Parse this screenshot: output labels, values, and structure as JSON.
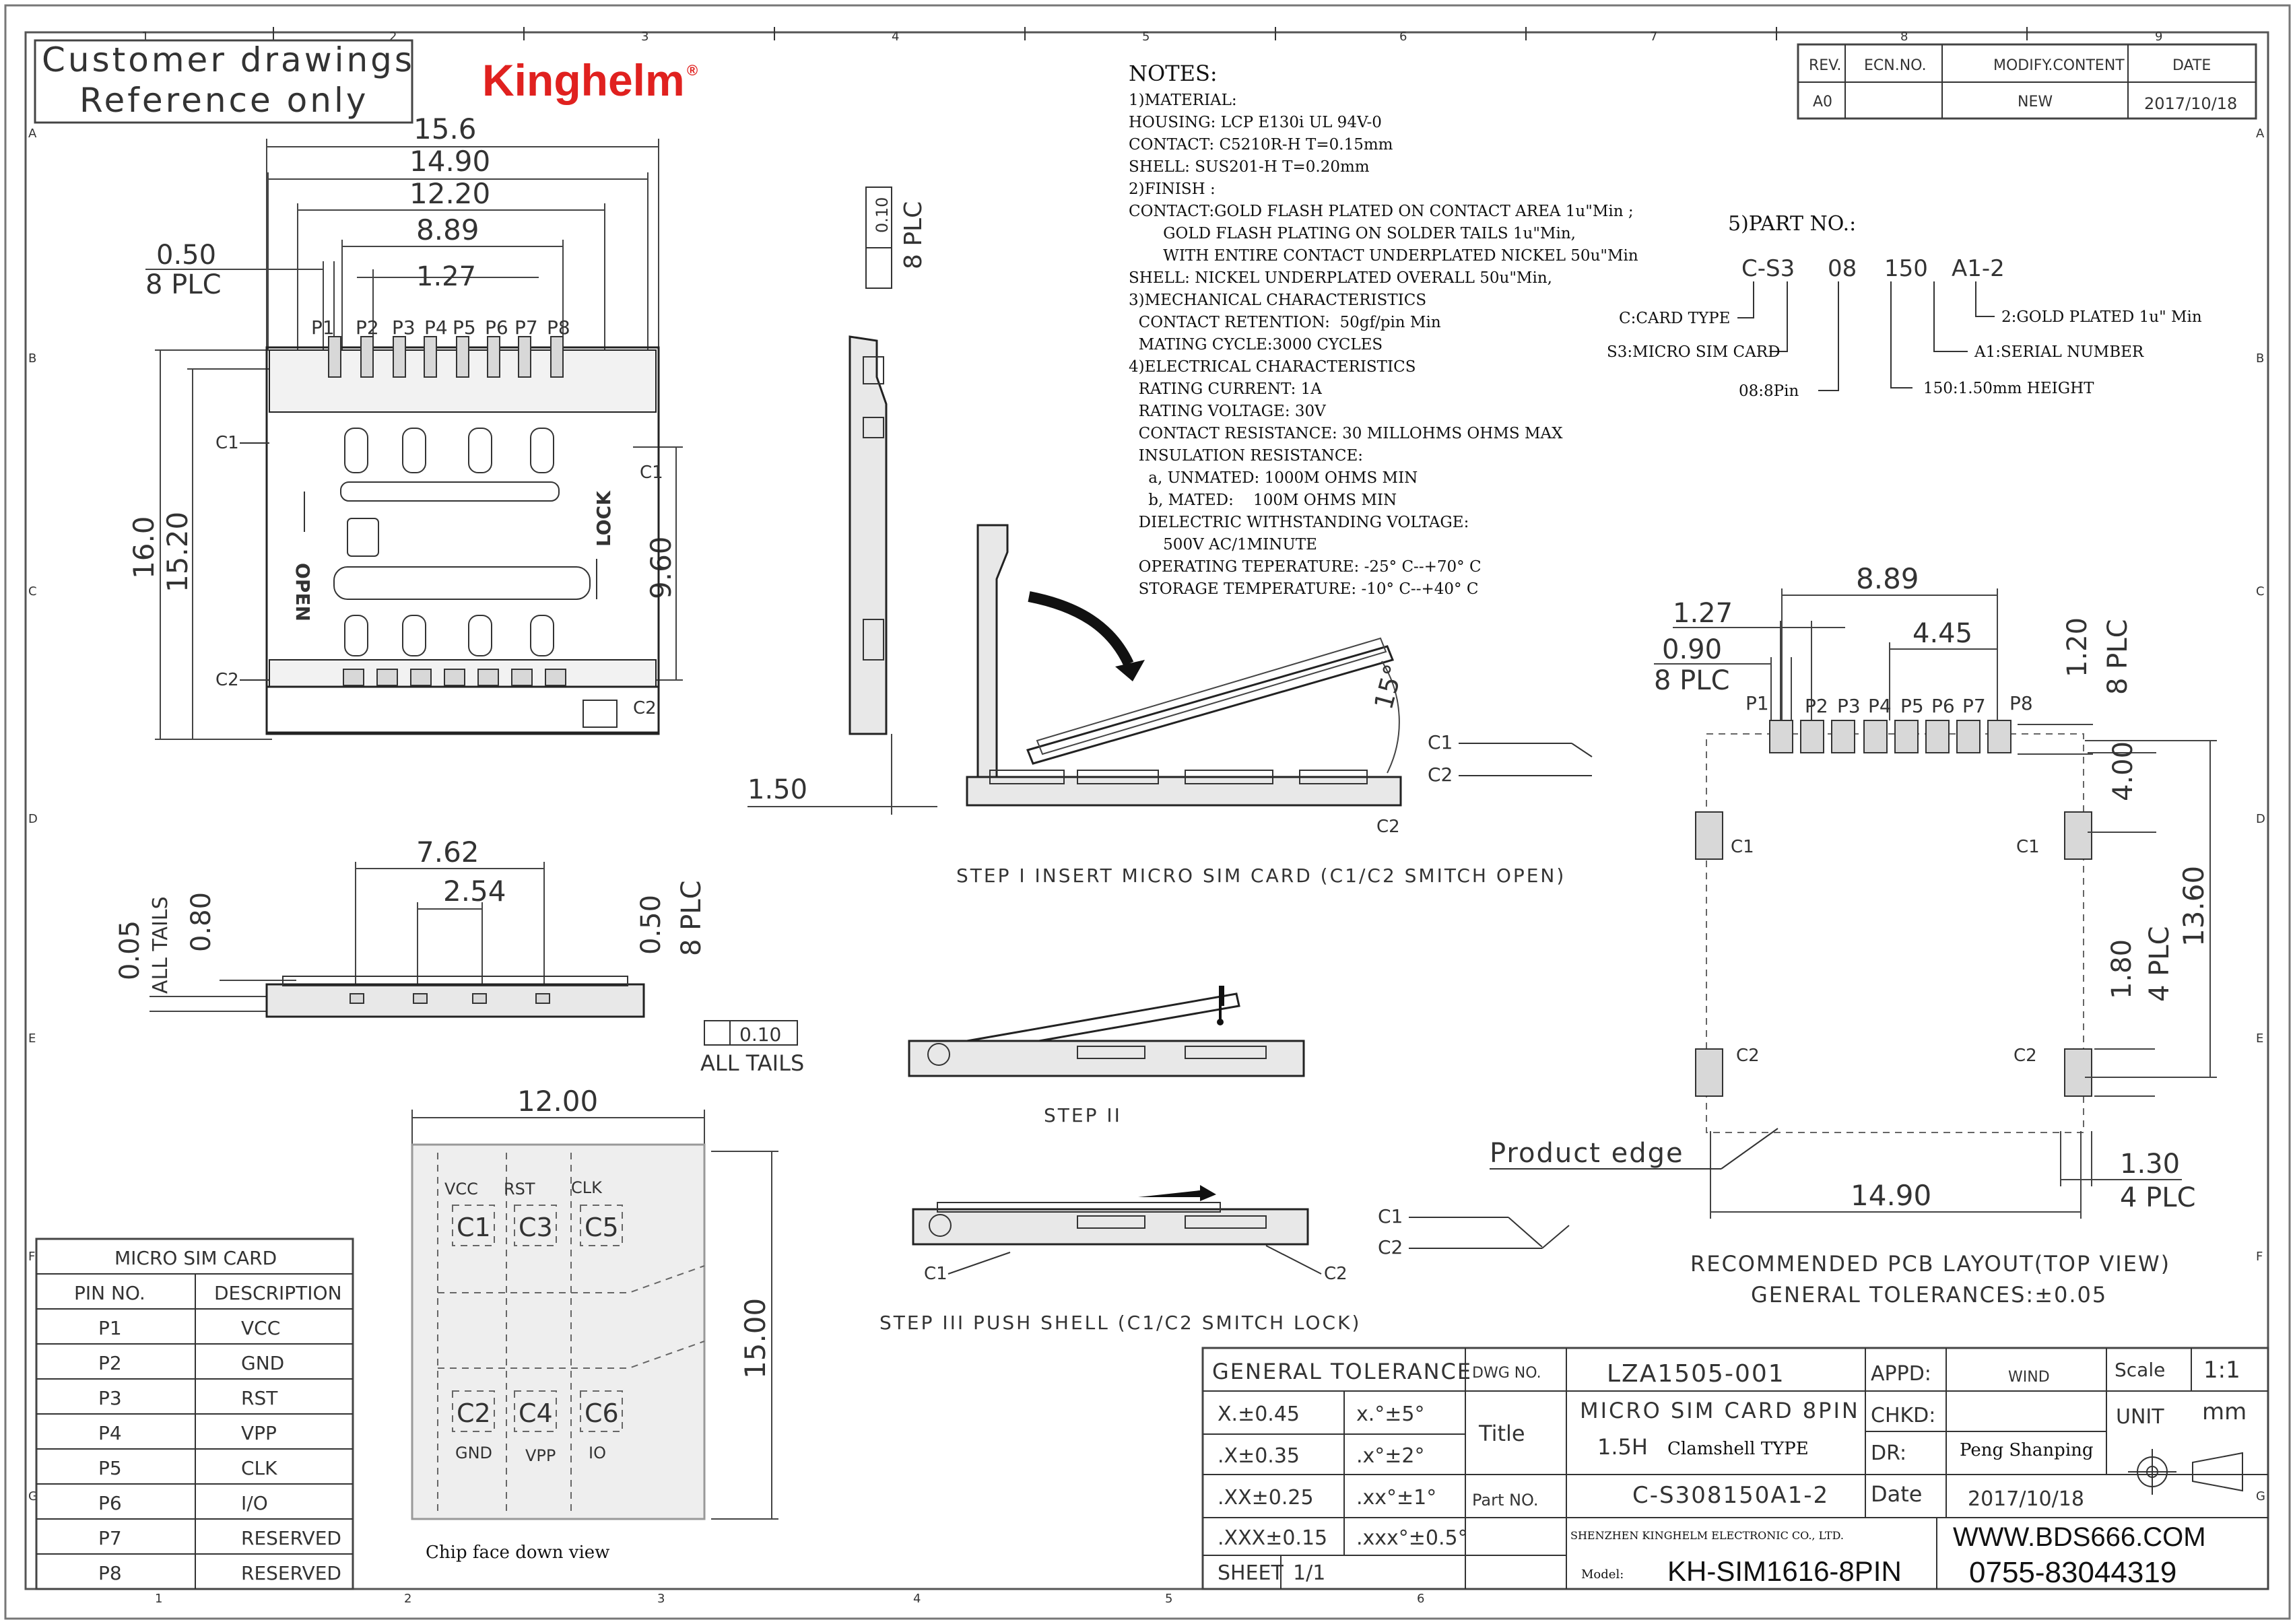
{
  "stamp": {
    "line1": "Customer drawings",
    "line2": "Reference only"
  },
  "brand": {
    "name": "Kinghelm",
    "reg": "®",
    "color": "#e0211f"
  },
  "notes": {
    "heading": "NOTES:",
    "lines": [
      "1)MATERIAL:",
      "HOUSING: LCP E130i UL 94V-0",
      "CONTACT: C5210R-H T=0.15mm",
      "SHELL:   SUS201-H T=0.20mm",
      "2)FINISH :",
      "CONTACT:GOLD FLASH PLATED ON CONTACT AREA 1u\"Min ;",
      "       GOLD FLASH PLATING ON SOLDER TAILS 1u\"Min,",
      "       WITH ENTIRE CONTACT UNDERPLATED NICKEL 50u\"Min",
      "SHELL:  NICKEL UNDERPLATED OVERALL 50u\"Min,",
      "3)MECHANICAL CHARACTERISTICS",
      "  CONTACT RETENTION:  50gf/pin Min",
      "  MATING CYCLE:3000 CYCLES",
      "4)ELECTRICAL CHARACTERISTICS",
      "  RATING CURRENT: 1A",
      "  RATING VOLTAGE: 30V",
      "  CONTACT RESISTANCE: 30 MILLOHMS OHMS MAX",
      "  INSULATION RESISTANCE:",
      "    a, UNMATED: 1000M OHMS MIN",
      "    b, MATED:    100M OHMS MIN",
      "  DIELECTRIC WITHSTANDING VOLTAGE:",
      "       500V AC/1MINUTE",
      "  OPERATING TEPERATURE: -25° C--+70° C",
      "  STORAGE TEMPERATURE: -10° C--+40° C"
    ]
  },
  "part_no": {
    "heading": "5)PART NO.:",
    "code_parts": [
      "C-S3",
      "08",
      "150",
      "A1-2"
    ],
    "legend": [
      "C:CARD TYPE",
      "S3:MICRO SIM CARD",
      "08:8Pin",
      "150:1.50mm HEIGHT",
      "A1:SERIAL NUMBER",
      "2:GOLD PLATED 1u\" Min"
    ]
  },
  "revision": {
    "headers": [
      "REV.",
      "ECN.NO.",
      "MODIFY.CONTENT",
      "DATE"
    ],
    "row": [
      "A0",
      "",
      "NEW",
      "2017/10/18"
    ]
  },
  "zones": {
    "cols": [
      "1",
      "2",
      "3",
      "4",
      "5",
      "6",
      "7",
      "8",
      "9"
    ],
    "rows": [
      "A",
      "B",
      "C",
      "D",
      "E",
      "F",
      "G"
    ]
  },
  "top_view": {
    "dims": [
      "15.6",
      "14.90",
      "12.20",
      "8.89",
      "0.50",
      "8 PLC",
      "1.27",
      "16.0",
      "15.20",
      "9.60"
    ],
    "pins": [
      "P1",
      "P2",
      "P3",
      "P4",
      "P5",
      "P6",
      "P7",
      "P8"
    ],
    "switch_labels": [
      "C1",
      "C1",
      "C2",
      "C2"
    ],
    "open_label": "OPEN",
    "lock_label": "LOCK"
  },
  "side_view": {
    "dims": [
      "0.10",
      "8 PLC",
      "1.50"
    ]
  },
  "front_view": {
    "dims": [
      "7.62",
      "2.54",
      "0.05",
      "ALL TAILS",
      "0.80",
      "0.50",
      "8 PLC",
      "0.10",
      "ALL TAILS"
    ]
  },
  "steps": {
    "step1": "STEP I INSERT MICRO SIM CARD (C1/C2 SMITCH OPEN)",
    "step1_angle": "15°",
    "step2": "STEP II",
    "step3": "STEP III PUSH SHELL (C1/C2 SMITCH LOCK)",
    "c_labels": [
      "C1",
      "C2"
    ]
  },
  "card": {
    "width_dim": "12.00",
    "height_dim": "15.00",
    "top_row": [
      {
        "label": "VCC",
        "pad": "C1"
      },
      {
        "label": "RST",
        "pad": "C3"
      },
      {
        "label": "CLK",
        "pad": "C5"
      }
    ],
    "bottom_row": [
      {
        "label": "GND",
        "pad": "C2"
      },
      {
        "label": "VPP",
        "pad": "C4"
      },
      {
        "label": "IO",
        "pad": "C6"
      }
    ],
    "caption": "Chip face down view"
  },
  "pin_table": {
    "title": "MICRO SIM CARD",
    "headers": [
      "PIN NO.",
      "DESCRIPTION"
    ],
    "rows": [
      [
        "P1",
        "VCC"
      ],
      [
        "P2",
        "GND"
      ],
      [
        "P3",
        "RST"
      ],
      [
        "P4",
        "VPP"
      ],
      [
        "P5",
        "CLK"
      ],
      [
        "P6",
        "I/O"
      ],
      [
        "P7",
        "RESERVED"
      ],
      [
        "P8",
        "RESERVED"
      ]
    ]
  },
  "pcb": {
    "dims": [
      "8.89",
      "1.27",
      "0.90",
      "8 PLC",
      "4.45",
      "1.20",
      "8 PLC",
      "4.00",
      "13.60",
      "1.80",
      "4 PLC",
      "1.30",
      "4 PLC",
      "14.90"
    ],
    "pins": [
      "P1",
      "P2",
      "P3",
      "P4",
      "P5",
      "P6",
      "P7",
      "P8"
    ],
    "switch_labels": [
      "C1",
      "C1",
      "C2",
      "C2"
    ],
    "product_edge": "Product edge",
    "title": "RECOMMENDED PCB LAYOUT(TOP VIEW)",
    "tolerance": "GENERAL TOLERANCES:±0.05"
  },
  "title_block": {
    "general_tolerance": "GENERAL TOLERANCE",
    "tol_rows": [
      [
        "X.±0.45",
        "x.°±5°"
      ],
      [
        ".X±0.35",
        ".x°±2°"
      ],
      [
        ".XX±0.25",
        ".xx°±1°"
      ],
      [
        ".XXX±0.15",
        ".xxx°±0.5°"
      ]
    ],
    "dwg_no_label": "DWG NO.",
    "dwg_no": "LZA1505-001",
    "title_label": "Title",
    "title_line1": "MICRO SIM CARD 8PIN",
    "title_line2a": "1.5H",
    "title_line2b": "Clamshell TYPE",
    "part_no_label": "Part NO.",
    "part_no": "C-S308150A1-2",
    "company": "SHENZHEN KINGHELM ELECTRONIC CO., LTD.",
    "sheet_label": "SHEET",
    "sheet": "1/1",
    "appd_label": "APPD:",
    "appd": "WIND",
    "chkd_label": "CHKD:",
    "chkd": "",
    "dr_label": "DR:",
    "dr": "Peng Shanping",
    "date_label": "Date",
    "date": "2017/10/18",
    "scale_label": "Scale",
    "scale": "1:1",
    "unit_label": "UNIT",
    "unit": "mm",
    "model_label": "Model:",
    "model": "KH-SIM1616-8PIN",
    "website": "WWW.BDS666.COM",
    "phone": "0755-83044319"
  }
}
